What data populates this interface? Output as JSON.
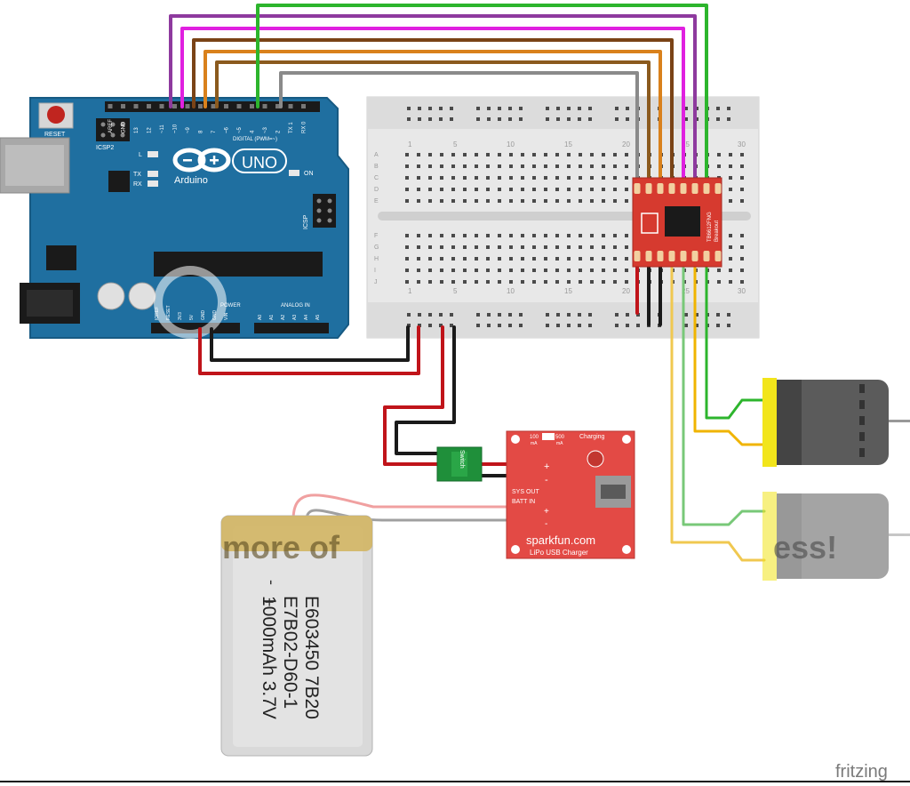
{
  "arduino": {
    "reset_label": "RESET",
    "icsp2_label": "ICSP2",
    "icsp_label": "ICSP",
    "l_label": "L",
    "tx_label": "TX",
    "rx_label": "RX",
    "on_label": "ON",
    "logo_text": "Arduino",
    "uno_text": "UNO",
    "digital_label": "DIGITAL (PWM=~)",
    "power_label": "POWER",
    "analog_label": "ANALOG IN",
    "digital_pins": [
      "AREF",
      "GND",
      "13",
      "12",
      "~11",
      "~10",
      "~9",
      "8",
      "7",
      "~6",
      "~5",
      "4",
      "~3",
      "2",
      "TX 1",
      "RX 0"
    ],
    "power_pins": [
      "IOREF",
      "RESET",
      "3V3",
      "5V",
      "GND",
      "GND",
      "VIN"
    ],
    "analog_pins": [
      "A0",
      "A1",
      "A2",
      "A3",
      "A4",
      "A5"
    ]
  },
  "breadboard": {
    "column_numbers_top": [
      "1",
      "5",
      "10",
      "15",
      "20",
      "25",
      "30"
    ],
    "column_numbers_bottom": [
      "1",
      "5",
      "10",
      "15",
      "20",
      "25",
      "30"
    ],
    "row_letters": [
      "A",
      "B",
      "C",
      "D",
      "E",
      "F",
      "G",
      "H",
      "I",
      "J"
    ]
  },
  "driver": {
    "label_line1": "TB6612FNG",
    "label_line2": "Breakout"
  },
  "switch_part": {
    "label": "Switch"
  },
  "charger": {
    "top_labels": [
      "100",
      "500"
    ],
    "top_label_units": [
      "mA",
      "mA"
    ],
    "charging_label": "Charging",
    "plus_label": "+",
    "minus_label": "-",
    "sys_out_label": "SYS OUT",
    "batt_in_label": "BATT IN",
    "brand": "sparkfun.com",
    "product": "LiPo USB Charger"
  },
  "battery": {
    "minus_sign": "-",
    "plus_sign": "+",
    "line1": "E603450 7B20",
    "line2": "E7B02-D60-1",
    "line3": "1000mAh 3.7V"
  },
  "watermark": {
    "left_text": "more of",
    "right_text": "ess!"
  },
  "footer": {
    "credit": "fritzing"
  },
  "colors": {
    "arduino_board": "#1f6fa0",
    "breadboard": "#e8e8e8",
    "driver_board": "#d63a2f",
    "charger_board": "#e34a45",
    "switch_board": "#1f8f3a",
    "motor_body": "#5b5b5b",
    "motor_cap": "#f2e51b",
    "wire_red": "#c0141a",
    "wire_black": "#1a1a1a",
    "wire_green": "#2db52d",
    "wire_magenta": "#e020e0",
    "wire_purple": "#8e3a9e",
    "wire_orange": "#d9811c",
    "wire_brown": "#7a4316",
    "wire_gray": "#8a8a8a",
    "wire_yellow": "#f0b400"
  }
}
